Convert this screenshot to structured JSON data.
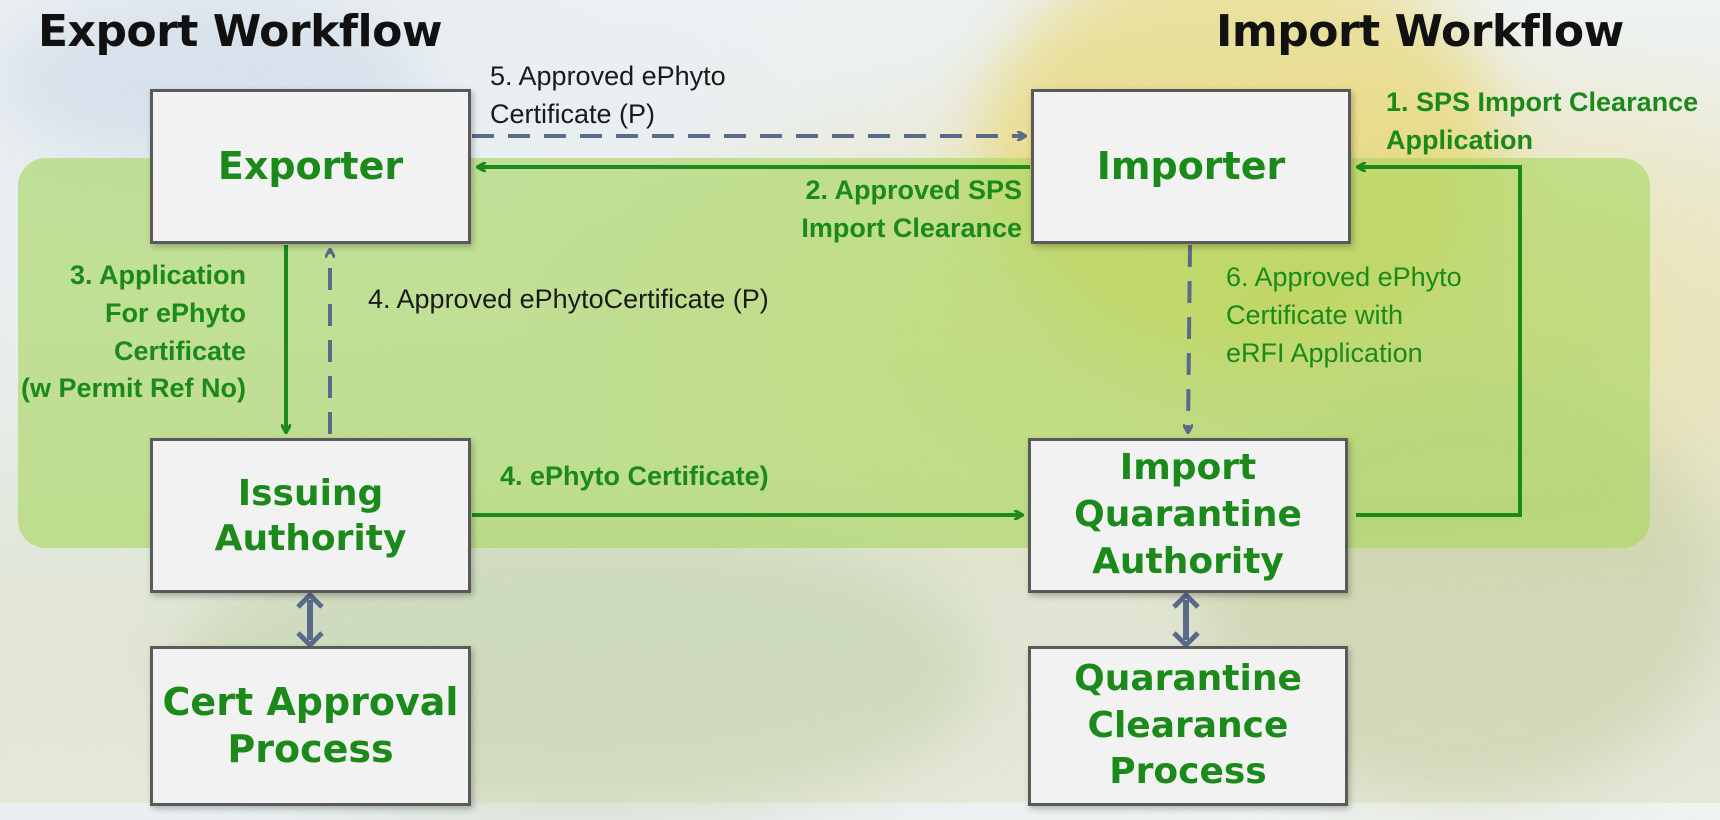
{
  "headings": {
    "export": "Export Workflow",
    "import": "Import Workflow"
  },
  "nodes": {
    "exporter": "Exporter",
    "importer": "Importer",
    "issuing_authority": [
      "Issuing",
      "Authority"
    ],
    "import_quarantine_authority": [
      "Import",
      "Quarantine",
      "Authority"
    ],
    "cert_approval_process": [
      "Cert Approval",
      "Process"
    ],
    "quarantine_clearance_process": [
      "Quarantine",
      "Clearance",
      "Process"
    ]
  },
  "edges": {
    "step1": [
      "1. SPS Import Clearance",
      "Application"
    ],
    "step2": [
      "2. Approved SPS",
      "Import Clearance"
    ],
    "step3": [
      "3. Application",
      "For ePhyto",
      "Certificate",
      "(w Permit Ref No)"
    ],
    "step4_approved": "4. Approved ePhytoCertificate (P)",
    "step4_ephyto": "4. ePhyto Certificate)",
    "step5": [
      "5. Approved ePhyto",
      "Certificate (P)"
    ],
    "step6": [
      "6. Approved ePhyto",
      "Certificate with",
      "eRFI Application"
    ]
  },
  "colors": {
    "green": "#1b8a1b",
    "dashed_arrow": "#5a6b8a",
    "box_fill": "#f2f2f2",
    "box_border": "#5a5a5a",
    "band": "#a8d65f"
  }
}
